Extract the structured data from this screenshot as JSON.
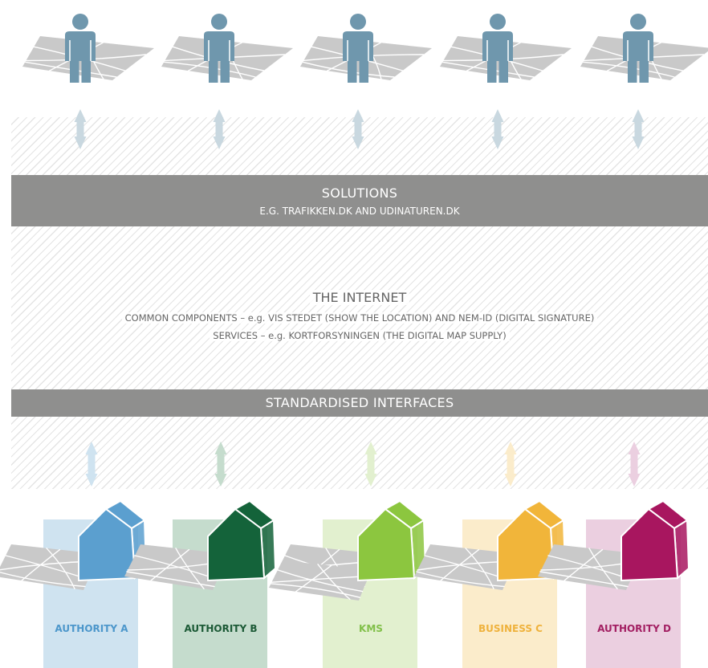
{
  "solutions": {
    "title": "SOLUTIONS",
    "subtitle": "E.G. TRAFIKKEN.DK AND UDINATUREN.DK"
  },
  "internet": {
    "title": "THE INTERNET",
    "line1": "COMMON COMPONENTS – e.g. VIS STEDET (SHOW THE LOCATION) AND NEM-ID (DIGITAL SIGNATURE)",
    "line2": "SERVICES – e.g. KORTFORSYNINGEN (THE DIGITAL MAP SUPPLY)"
  },
  "interfaces": {
    "title": "STANDARDISED INTERFACES"
  },
  "users": [
    {
      "icon": "person-icon"
    },
    {
      "icon": "person-icon"
    },
    {
      "icon": "person-icon"
    },
    {
      "icon": "person-icon"
    },
    {
      "icon": "person-icon"
    }
  ],
  "providers": [
    {
      "label": "AUTHORITY A",
      "color": "#5b9fcf",
      "light": "#cfe3f0",
      "text_color": "#4d97cb"
    },
    {
      "label": "AUTHORITY B",
      "color": "#14633a",
      "light": "#c5dccd",
      "text_color": "#1c5a36"
    },
    {
      "label": "KMS",
      "color": "#8cc63f",
      "light": "#e2f0cf",
      "text_color": "#82c04a"
    },
    {
      "label": "BUSINESS C",
      "color": "#f1b53a",
      "light": "#fbeccb",
      "text_color": "#efb23d"
    },
    {
      "label": "AUTHORITY D",
      "color": "#a8165f",
      "light": "#ebcfe0",
      "text_color": "#a32063"
    }
  ],
  "colors": {
    "band": "#8f8f8e",
    "person": "#6f97ad",
    "map": "#c9c9c9",
    "user_arrow": "#c9d8e0"
  }
}
